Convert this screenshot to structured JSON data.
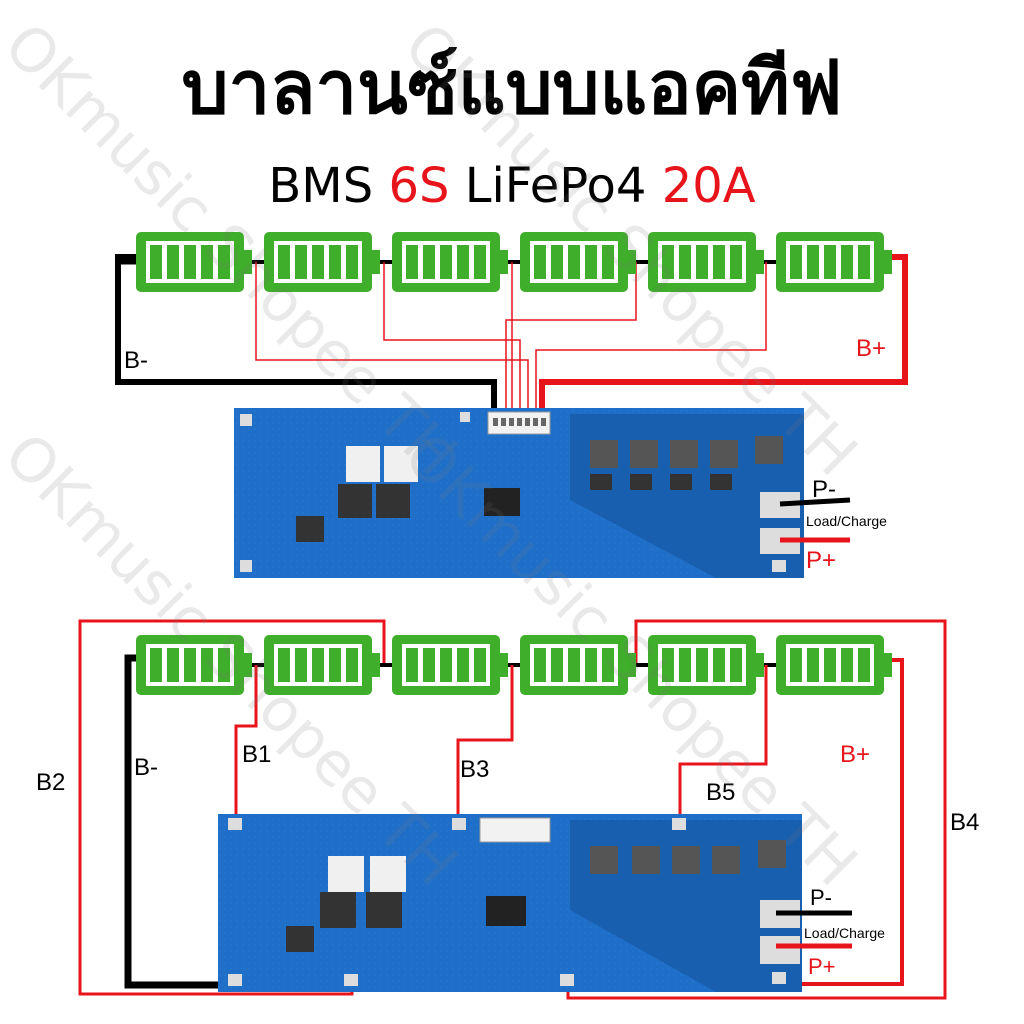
{
  "title": "บาลานซ์แบบแอคทีฟ",
  "subtitle": {
    "part1": "BMS ",
    "part2": "6S",
    "part3": " LiFePo4 ",
    "part4": "20A"
  },
  "watermark": "OKmusic Shopee TH",
  "colors": {
    "battery": "#3fae2a",
    "wire_red": "#e8141b",
    "wire_black": "#000000",
    "pcb": "#1f6fc9"
  },
  "top_diagram": {
    "labels": {
      "b_minus": "B-",
      "b_plus": "B+",
      "p_minus": "P-",
      "p_plus": "P+",
      "load_charge": "Load/Charge"
    }
  },
  "bottom_diagram": {
    "labels": {
      "b_minus": "B-",
      "b_plus": "B+",
      "b1": "B1",
      "b2": "B2",
      "b3": "B3",
      "b4": "B4",
      "b5": "B5",
      "p_minus": "P-",
      "p_plus": "P+",
      "load_charge": "Load/Charge"
    }
  },
  "battery_count": 6
}
